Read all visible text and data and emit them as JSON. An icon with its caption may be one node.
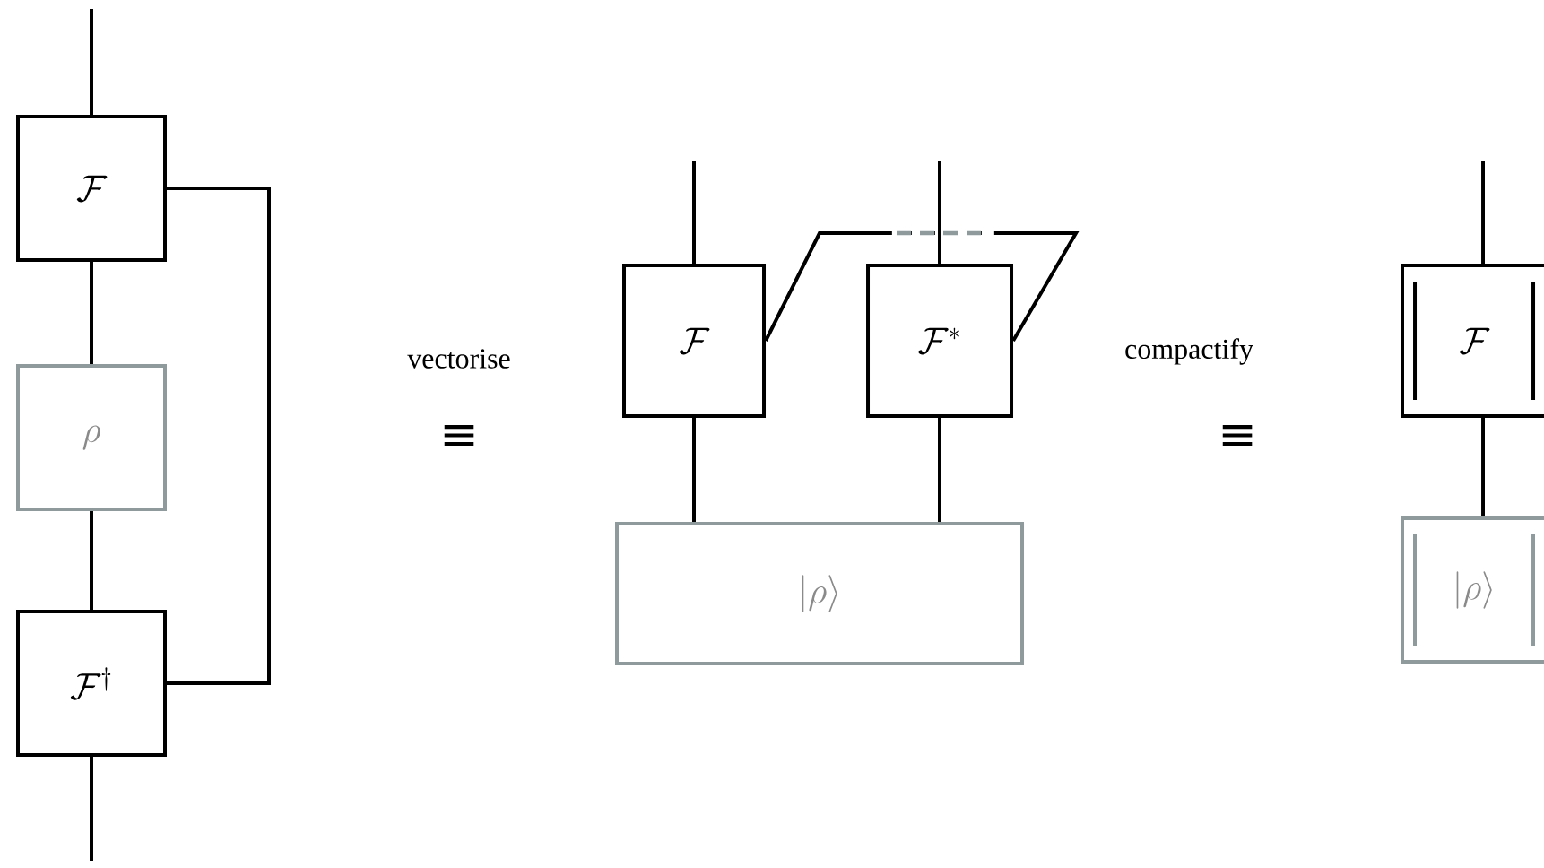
{
  "diagram": {
    "nodes": [
      {
        "text": [
          "\\mathcal{F}"
        ]
      },
      {
        "text": [
          "\\rho"
        ]
      },
      {
        "text": [
          "\\mathcal{F}^{\\dagger}"
        ]
      },
      {
        "text": [
          "\\mathcal{F}"
        ]
      },
      {
        "text": [
          "\\mathcal{F}^{*}"
        ]
      },
      {
        "text": [
          "|\\rho\\rangle"
        ]
      },
      {
        "text": [
          "\\mathcal{F}"
        ]
      },
      {
        "text": [
          "|\\rho\\rangle"
        ]
      }
    ],
    "edges": [
      {
        "from": null,
        "to": 0,
        "arrow": "none"
      },
      {
        "from": 0,
        "to": 1,
        "arrow": "none"
      },
      {
        "from": 1,
        "to": 2,
        "arrow": "none"
      },
      {
        "from": 2,
        "to": null,
        "arrow": "none"
      },
      {
        "from": 0,
        "to": 2,
        "arrow": "none"
      },
      {
        "from": null,
        "to": 3,
        "arrow": "none"
      },
      {
        "from": null,
        "to": 4,
        "arrow": "none"
      },
      {
        "from": 3,
        "to": 5,
        "arrow": "none"
      },
      {
        "from": 4,
        "to": 5,
        "arrow": "none"
      },
      {
        "from": 3,
        "to": 4,
        "arrow": "none",
        "style": "dashed"
      },
      {
        "from": null,
        "to": 6,
        "arrow": "none"
      },
      {
        "from": 6,
        "to": 7,
        "arrow": "none"
      }
    ],
    "labels": [
      "vectorise",
      "≡",
      "compactify",
      "≡"
    ]
  }
}
